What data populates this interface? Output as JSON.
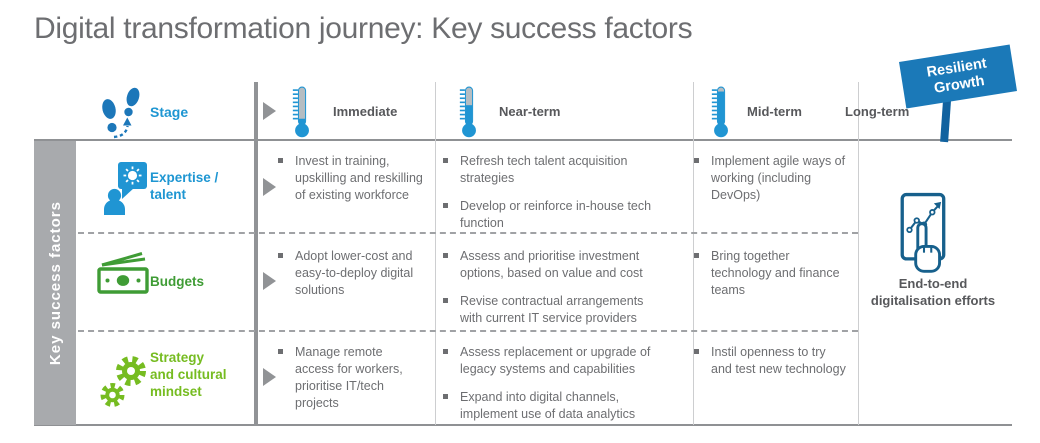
{
  "title": "Digital transformation journey: Key success factors",
  "sign": {
    "label": "Resilient\nGrowth"
  },
  "sidebar": {
    "label": "Key success factors"
  },
  "header": {
    "stage_label": "Stage",
    "columns": [
      {
        "label": "Immediate",
        "thermo_fill": 0.16
      },
      {
        "label": "Near-term",
        "thermo_fill": 0.52
      },
      {
        "label": "Mid-term",
        "thermo_fill": 0.88
      },
      {
        "label": "Long-term"
      }
    ]
  },
  "rows": [
    {
      "label": "Expertise /\ntalent",
      "color": "#1e96d2",
      "icon": "person-idea-icon",
      "cells": [
        [
          "Invest in training, upskilling and reskilling of existing workforce"
        ],
        [
          "Refresh tech talent acquisition strategies",
          "Develop or reinforce in-house tech function"
        ],
        [
          "Implement agile ways of working (including DevOps)"
        ]
      ]
    },
    {
      "label": "Budgets",
      "color": "#3f9c35",
      "icon": "banknote-icon",
      "cells": [
        [
          "Adopt lower-cost and easy-to-deploy digital solutions"
        ],
        [
          "Assess and prioritise investment options, based on value and cost",
          "Revise contractual arrangements with current IT service providers"
        ],
        [
          "Bring together technology and finance teams"
        ]
      ]
    },
    {
      "label": "Strategy\nand cultural\nmindset",
      "color": "#76bc21",
      "icon": "gears-icon",
      "cells": [
        [
          "Manage remote access for workers, prioritise IT/tech projects"
        ],
        [
          "Assess replacement or upgrade of legacy systems and capabilities",
          "Expand into digital channels, implement use of data analytics"
        ],
        [
          "Instil openness to try and test new technology"
        ]
      ]
    }
  ],
  "long_term": {
    "label": "End-to-end\ndigitalisation efforts"
  },
  "colors": {
    "label_blue": "#1e96d2",
    "footprint_blue": "#1c77b9",
    "sign_blue": "#1b79b8",
    "sign_post_blue": "#11629f",
    "phone_icon_blue": "#17608c",
    "budgets_green": "#3f9c35",
    "strategy_lime": "#76bc21",
    "title_gray": "#6d6e71",
    "header_gray": "#57585b",
    "sidebar_gray": "#a8aaad"
  }
}
